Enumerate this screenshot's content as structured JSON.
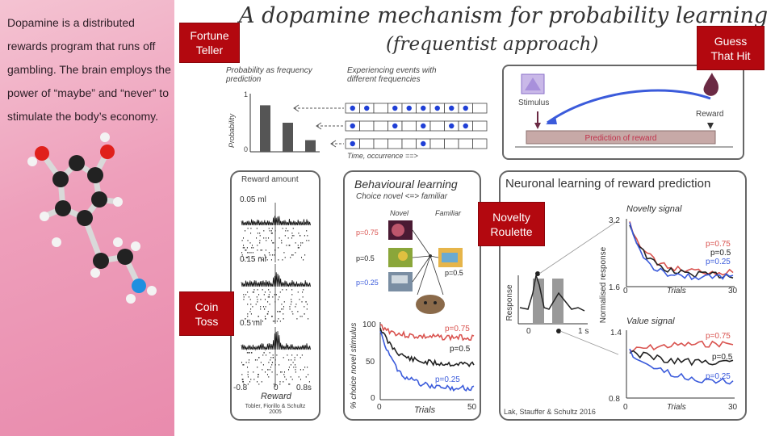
{
  "left_panel": {
    "intro_text": "Dopamine is a distributed rewards program that runs off gambling. The brain employs the power of “maybe” and “never” to stimulate the body’s economy."
  },
  "title": {
    "line1": "A dopamine mechanism for probability learning",
    "line2": "(frequentist approach)"
  },
  "tags": {
    "fortune_teller": "Fortune Teller",
    "guess_that_hit": "Guess That Hit",
    "novelty_roulette": "Novelty Roulette",
    "coin_toss": "Coin Toss"
  },
  "frequency_panel": {
    "prob_label_line1": "Probability as frequency",
    "prob_label_line2": "prediction",
    "exp_label_line1": "Experiencing events with",
    "exp_label_line2": "different frequencies",
    "y_axis": "Probability",
    "y_top": "1",
    "y_bottom": "0",
    "x_label": "Time, occurrence ==>",
    "bar_values": [
      0.8,
      0.5,
      0.2
    ],
    "event_rows": [
      [
        1,
        1,
        0,
        1,
        1,
        1,
        1,
        1,
        1,
        0
      ],
      [
        1,
        0,
        0,
        1,
        0,
        1,
        0,
        1,
        1,
        0
      ],
      [
        1,
        0,
        0,
        0,
        0,
        1,
        0,
        0,
        0,
        0
      ]
    ]
  },
  "reward_prediction": {
    "stimulus_label": "Stimulus",
    "reward_label": "Reward",
    "bar_label": "Prediction of reward"
  },
  "reward_amount": {
    "title": "Reward amount",
    "amounts": [
      "0.05 ml",
      "0.15 ml",
      "0.5 ml"
    ],
    "x_ticks": [
      "-0.8",
      "0",
      "0.8s"
    ],
    "x_label": "Reward",
    "credit_line1": "Tobler, Fiorillo & Schultz",
    "credit_line2": "2005"
  },
  "behavioural": {
    "title": "Behavioural learning",
    "subtitle": "Choice novel <=> familiar",
    "novel_label": "Novel",
    "familiar_label": "Familiar",
    "probs": [
      "p=0.75",
      "p=0.5",
      "p=0.25"
    ],
    "familiar_prob": "p=0.5",
    "y_axis": "% choice novel stimulus",
    "y_ticks": [
      "100",
      "50",
      "0"
    ],
    "x_ticks": [
      "0",
      "50"
    ],
    "x_label": "Trials",
    "colors": {
      "p075": "#d9534f",
      "p05": "#222222",
      "p025": "#3b5bdb"
    }
  },
  "neuronal": {
    "title": "Neuronal learning of reward prediction",
    "response_label": "Response",
    "resp_x_ticks": [
      "0",
      "1 s"
    ],
    "novelty_title": "Novelty signal",
    "value_title": "Value signal",
    "y_axis": "Normalised response",
    "novelty_y_ticks": [
      "3.2",
      "1.6"
    ],
    "value_y_ticks": [
      "1.4",
      "0.8"
    ],
    "x_ticks": [
      "0",
      "30"
    ],
    "x_label": "Trials",
    "legend": [
      "p=0.75",
      "p=0.5",
      "p=0.25"
    ],
    "credit": "Lak, Stauffer & Schultz 2016"
  }
}
